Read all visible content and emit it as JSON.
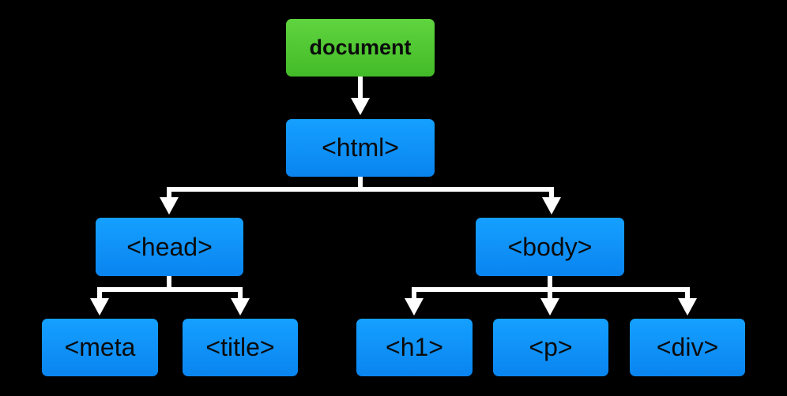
{
  "colors": {
    "background": "#000000",
    "root_node": "#4cc630",
    "element_node": "#0f93fb",
    "connector": "#ffffff",
    "node_text": "#0b0b0b"
  },
  "nodes": {
    "document": "document",
    "html": "<html>",
    "head": "<head>",
    "body": "<body>",
    "meta": "<meta",
    "title": "<title>",
    "h1": "<h1>",
    "p": "<p>",
    "div": "<div>"
  },
  "edges": [
    [
      "document",
      "html"
    ],
    [
      "html",
      "head"
    ],
    [
      "html",
      "body"
    ],
    [
      "head",
      "meta"
    ],
    [
      "head",
      "title"
    ],
    [
      "body",
      "h1"
    ],
    [
      "body",
      "p"
    ],
    [
      "body",
      "div"
    ]
  ]
}
